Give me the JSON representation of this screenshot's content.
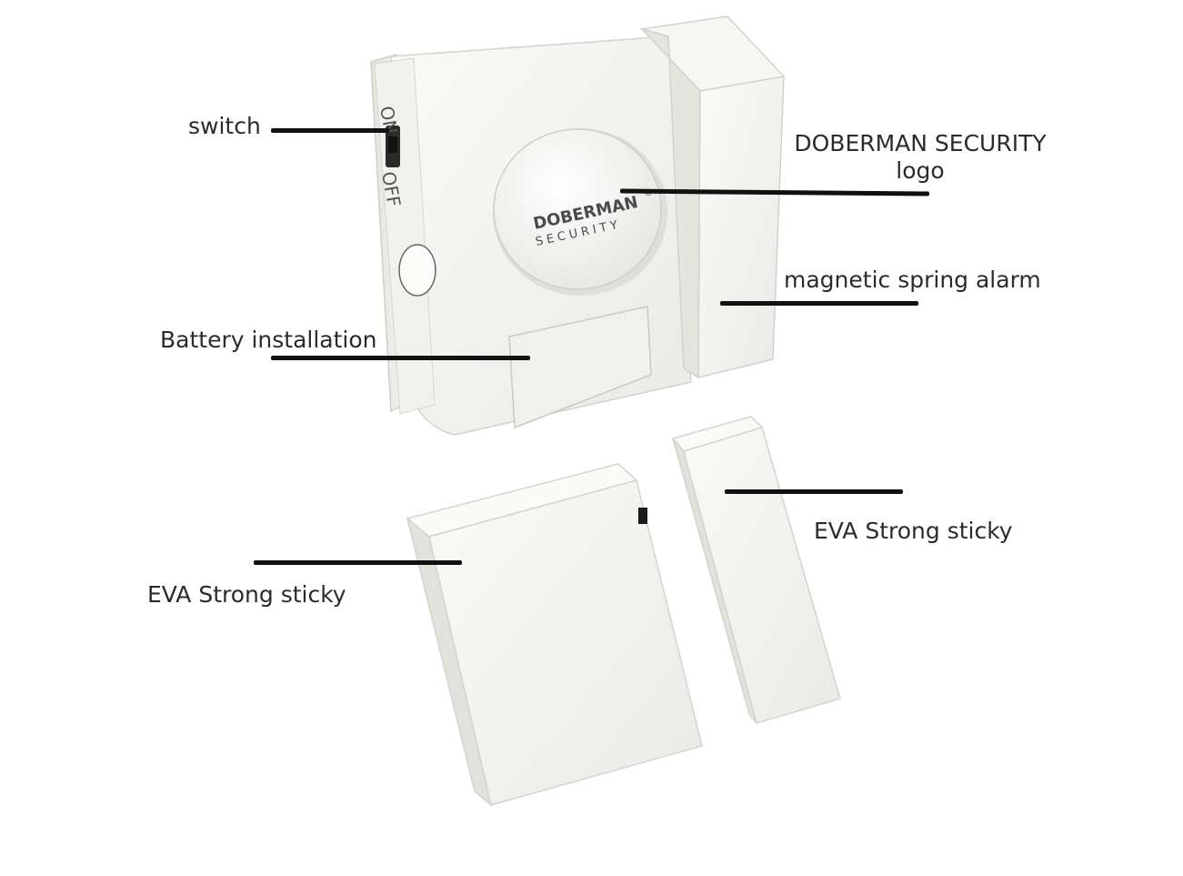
{
  "callouts": {
    "switch": "switch",
    "logo_line1": "DOBERMAN SECURITY",
    "logo_line2": "logo",
    "magnetic": "magnetic spring alarm",
    "battery": "Battery installation",
    "eva_right": "EVA Strong sticky",
    "eva_left": "EVA Strong sticky"
  },
  "product_markings": {
    "switch_on": "ON",
    "switch_off": "OFF",
    "brand": "DOBERMAN",
    "brand_sub": "SECURITY",
    "registered_mark": "®"
  },
  "colors": {
    "background": "#ffffff",
    "device_body": "#f3f3f0",
    "device_shadow": "#d8d8d3",
    "callout_line": "#111111",
    "text": "#2b2b2b"
  }
}
